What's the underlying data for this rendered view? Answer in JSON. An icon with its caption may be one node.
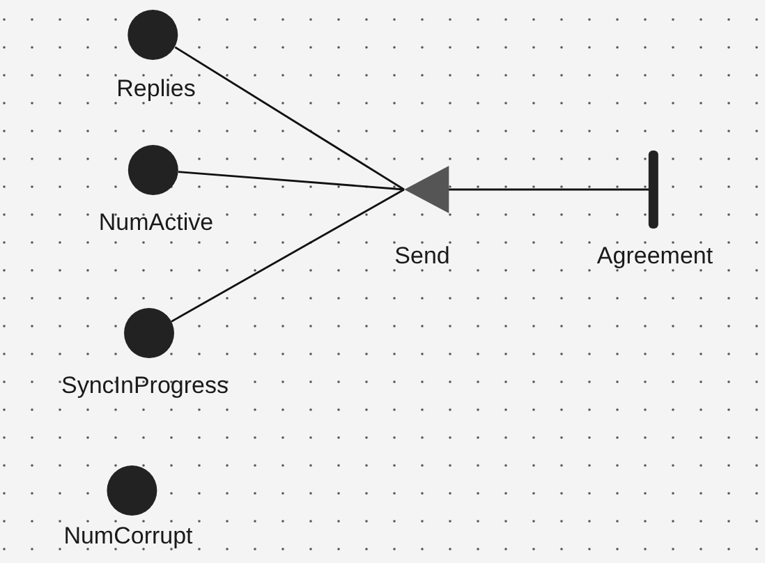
{
  "diagram": {
    "nodes": [
      {
        "text": [
          "Replies"
        ]
      },
      {
        "text": [
          "NumActive"
        ]
      },
      {
        "text": [
          "SyncInProgress"
        ]
      },
      {
        "text": [
          "NumCorrupt"
        ]
      },
      {
        "text": [
          "Send"
        ]
      },
      {
        "text": [
          "Agreement"
        ]
      }
    ],
    "edges": [
      {
        "from": 0,
        "to": 4,
        "arrow": "none"
      },
      {
        "from": 1,
        "to": 4,
        "arrow": "none"
      },
      {
        "from": 2,
        "to": 4,
        "arrow": "none"
      },
      {
        "from": 4,
        "to": 5,
        "arrow": "none"
      }
    ]
  }
}
